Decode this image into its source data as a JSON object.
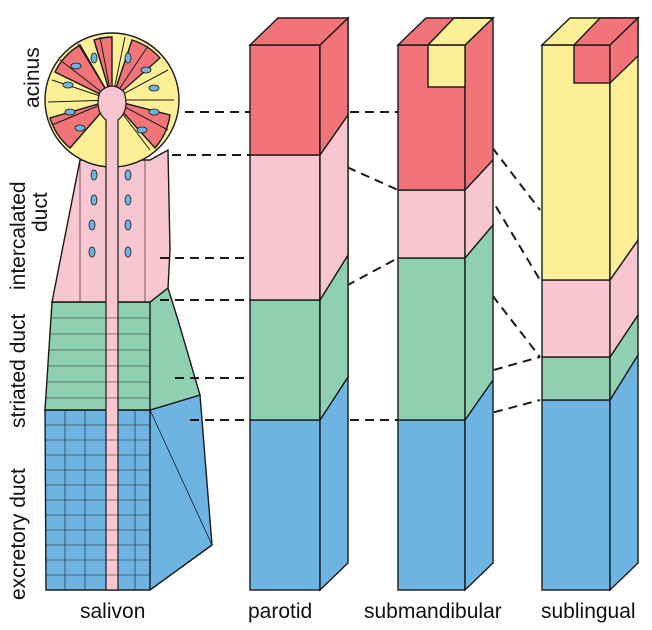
{
  "colors": {
    "acinus_serous": "#f07478",
    "mucous": "#fdef96",
    "intercalated_duct": "#f8c6d0",
    "striated_duct": "#8fd0b2",
    "excretory_duct": "#6eb4e3",
    "outline": "#1a1a1a"
  },
  "side_labels": {
    "acinus": "acinus",
    "intercalated_1": "intercalated",
    "intercalated_2": "duct",
    "striated": "striated duct",
    "excretory": "excretory duct"
  },
  "bottom_labels": {
    "salivon": "salivon",
    "parotid": "parotid",
    "submandibular": "submandibular",
    "sublingual": "sublingual"
  },
  "glands": [
    {
      "name": "parotid",
      "segments": [
        "acinus",
        "intercalated duct",
        "striated duct",
        "excretory duct"
      ],
      "mucous_fraction": 0
    },
    {
      "name": "submandibular",
      "segments": [
        "acinus",
        "intercalated duct",
        "striated duct",
        "excretory duct"
      ],
      "mucous_fraction": "small"
    },
    {
      "name": "sublingual",
      "segments": [
        "mucous acinus",
        "intercalated duct",
        "striated duct",
        "excretory duct"
      ],
      "mucous_fraction": "large"
    }
  ]
}
